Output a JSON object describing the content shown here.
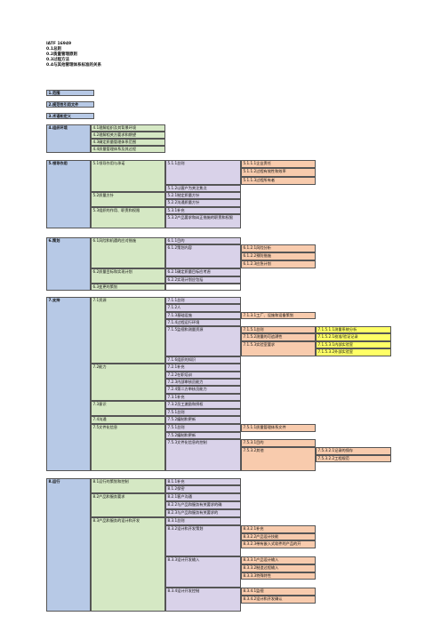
{
  "header": {
    "title": "IATF 16949",
    "lines": [
      "0.1总则",
      "0.2质量管理原则",
      "0.3过程方法",
      "0.4与其他管理体系标准的关系"
    ]
  },
  "chapters": {
    "c1": "1.范围",
    "c2": "2.规范性引用文件",
    "c3": "3.术语和定义",
    "c4": "4.组织环境",
    "c5": "5.领导作用",
    "c6": "6.策划",
    "c7": "7.支持",
    "c8": "8.运行"
  },
  "sec4": [
    "4.1理解组织及其背景环境",
    "4.2理解相关方要求和期望",
    "4.3确定质量管理体系范围",
    "4.4质量管理体系及其过程"
  ],
  "sec5": {
    "l2": [
      "5.1领导作用与承诺",
      "5.2质量方针",
      "5.3组织的作用、职责和权限"
    ],
    "l3": [
      "5.1.1总则",
      "5.1.2以客户为关注焦点",
      "5.2.1制定质量方针",
      "5.2.2沟通质量方针",
      "5.3.1补充",
      "5.3.2产品要求和纠正措施的职责和权限"
    ],
    "l4": [
      "5.1.1.1企业责任",
      "5.1.1.2过程有效性和效率",
      "5.1.1.3过程所有者"
    ]
  },
  "sec6": {
    "l2": [
      "6.1风险和机遇的应对措施",
      "6.2质量目标和实现计划",
      "6.3变更的策划"
    ],
    "l3": [
      "6.1.1目的",
      "6.1.2策划内容",
      "6.2.1确定质量目标应考虑",
      "6.2.2实现计划应包括"
    ],
    "l4": [
      "6.1.2.1风险分析",
      "6.1.2.2预防措施",
      "6.1.2.3应急计划"
    ]
  },
  "sec7": {
    "l2": [
      "7.1资源",
      "7.2能力",
      "7.3意识",
      "7.4沟通",
      "7.5文件化信息"
    ],
    "l3": [
      "7.1.1总则",
      "7.1.2人",
      "7.1.3基础设施",
      "7.1.4过程运行环境",
      "7.1.5监视和测量资源",
      "7.1.6组织的知识",
      "7.2.1补充",
      "7.2.2在职培训",
      "7.2.3内部审核员能力",
      "7.2.4第二方审核员能力",
      "7.3.1补充",
      "7.3.2员工激励和授权",
      "7.5.1总则",
      "7.5.2编制和更新",
      "7.5.3文件化信息的控制"
    ],
    "l4": [
      "7.1.3.1工厂、设施和设备策划",
      "7.1.5.1总则",
      "7.1.5.2测量的可追溯性",
      "7.1.5.3实验室要求",
      "7.5.1.1质量管理体系文件",
      "7.5.3.1目的",
      "7.5.3.2其他"
    ],
    "l5": [
      "7.1.5.1.1测量系统分析",
      "7.1.5.2.1校准/验证记录",
      "7.1.5.3.1内部实验室",
      "7.1.5.3.2外部实验室",
      "7.5.3.2.1记录的保存",
      "7.5.3.2.2工程规范"
    ]
  },
  "sec8": {
    "l2": [
      "8.1运行的策划和控制",
      "8.2产品和服务要求",
      "8.3产品和服务的设计和开发"
    ],
    "l3": [
      "8.1.1补充",
      "8.1.2保密",
      "8.2.1客户沟通",
      "8.2.2与产品和服务有关要求的确",
      "8.2.3与产品和服务有关要求的",
      "8.3.1总则",
      "8.3.2设计和开发策划",
      "8.3.3设计开发输入",
      "8.3.4设计开发控制"
    ],
    "l4": [
      "8.3.2.1补充",
      "8.3.2.2产品设计技能",
      "8.3.2.3带有嵌入式软件的产品的开",
      "8.3.3.1产品设计输入",
      "8.3.3.2制造过程输入",
      "8.3.3.3特殊特性",
      "8.3.4.1监视",
      "8.3.4.2设计和开发确认"
    ]
  }
}
